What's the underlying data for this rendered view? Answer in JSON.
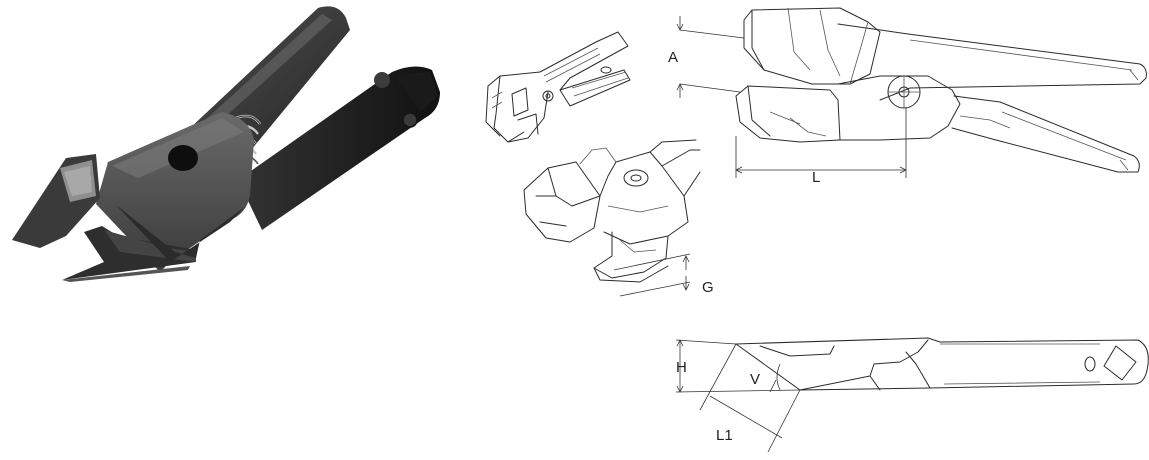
{
  "figure": {
    "photo_engraving": "",
    "dimension_labels": {
      "A": "A",
      "L": "L",
      "G": "G",
      "H": "H",
      "V": "V",
      "L1": "L1"
    }
  },
  "colors": {
    "tool_dark": "#2a2a2a",
    "tool_mid": "#4a4a4a",
    "tool_light": "#6b6b6b",
    "line": "#2b2b2b",
    "background": "#ffffff"
  }
}
